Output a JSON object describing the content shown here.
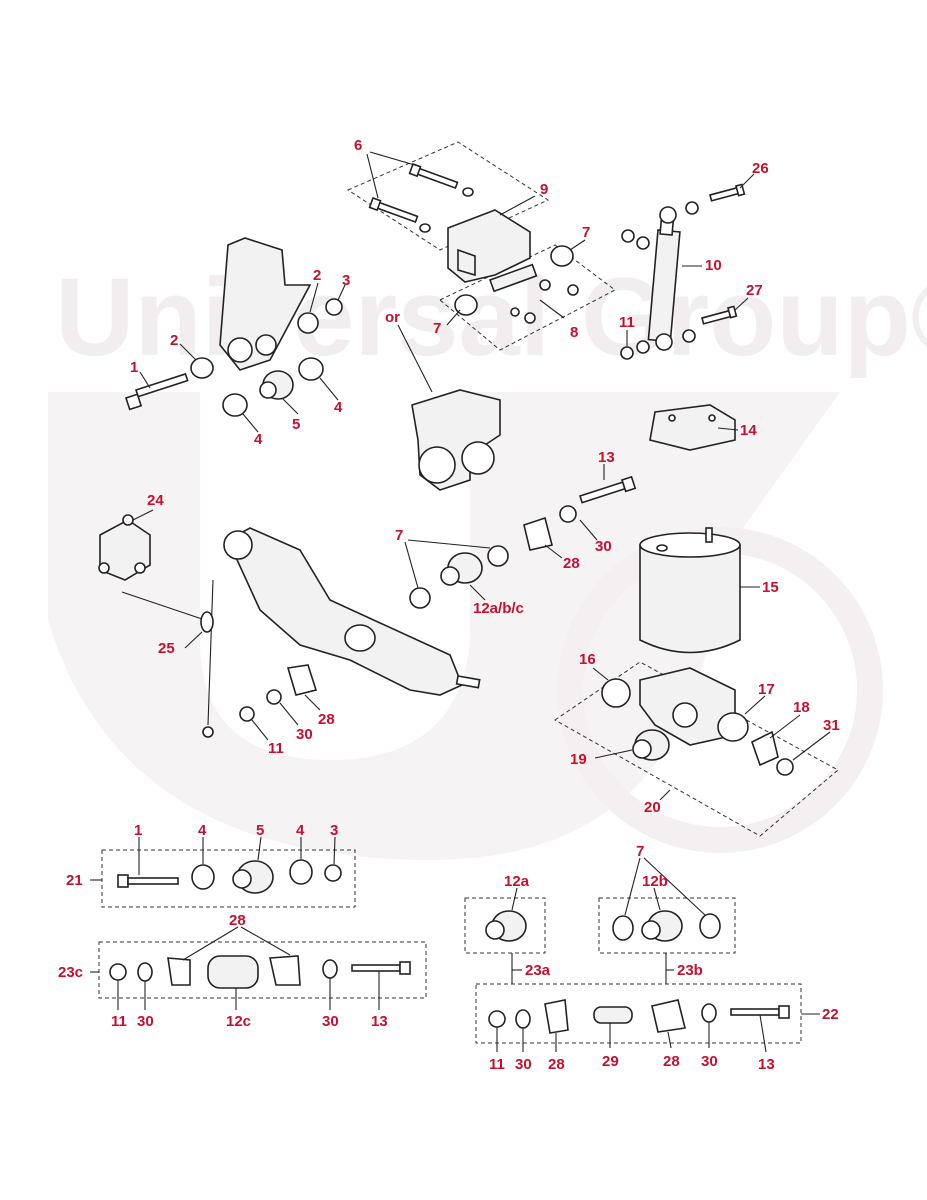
{
  "watermark": {
    "logo_text": "Universal Group®"
  },
  "colors": {
    "callout": "#c8102e",
    "line": "#222222",
    "watermark": "#f2eef0"
  },
  "callouts": {
    "c6": "6",
    "c9": "9",
    "c7a": "7",
    "c7b": "7",
    "c8": "8",
    "or": "or",
    "c26": "26",
    "c10": "10",
    "c27": "27",
    "c11a": "11",
    "c2a": "2",
    "c3a": "3",
    "c2b": "2",
    "c1a": "1",
    "c4a": "4",
    "c4b": "4",
    "c5a": "5",
    "c14": "14",
    "c13a": "13",
    "c30a": "30",
    "c28a": "28",
    "c7c": "7",
    "c12abc": "12a/b/c",
    "c24": "24",
    "c25": "25",
    "c28b": "28",
    "c30b": "30",
    "c11b": "11",
    "c15": "15",
    "c16": "16",
    "c17": "17",
    "c18": "18",
    "c31": "31",
    "c19": "19",
    "c20": "20",
    "c21": "21",
    "k1": "1",
    "k4a": "4",
    "k5": "5",
    "k4b": "4",
    "k3": "3",
    "c23c": "23c",
    "k28": "28",
    "k11": "11",
    "k30a": "30",
    "k12c": "12c",
    "k30b": "30",
    "k13": "13",
    "c12a": "12a",
    "c12b": "12b",
    "c7d": "7",
    "c23a": "23a",
    "c23b": "23b",
    "c22": "22",
    "m11": "11",
    "m30a": "30",
    "m28a": "28",
    "m29": "29",
    "m28b": "28",
    "m30b": "30",
    "m13": "13"
  }
}
